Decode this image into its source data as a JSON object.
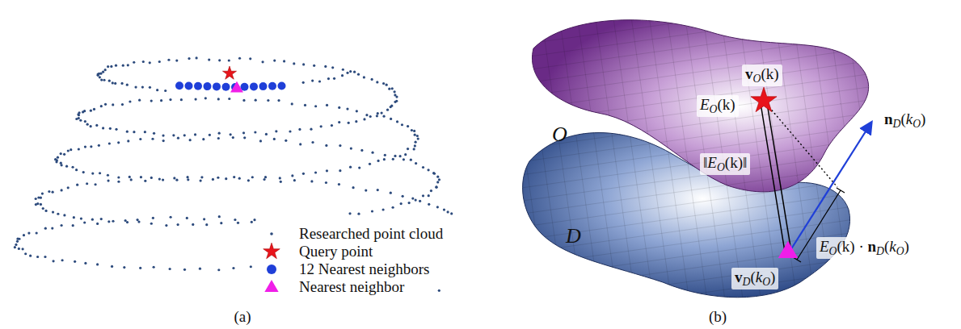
{
  "diagram": {
    "labels": [
      "(a)",
      "(b)",
      "O",
      "D",
      "vO(k)",
      "EO(k)",
      "‖EO(k)‖",
      "nD(kO)",
      "vD(kO)",
      "EO(k) · nD(kO)"
    ],
    "legend": [
      {
        "text": "Researched point cloud"
      },
      {
        "text": "Query point"
      },
      {
        "text": "12 Nearest neighbors"
      },
      {
        "text": "Nearest neighbor"
      }
    ]
  }
}
